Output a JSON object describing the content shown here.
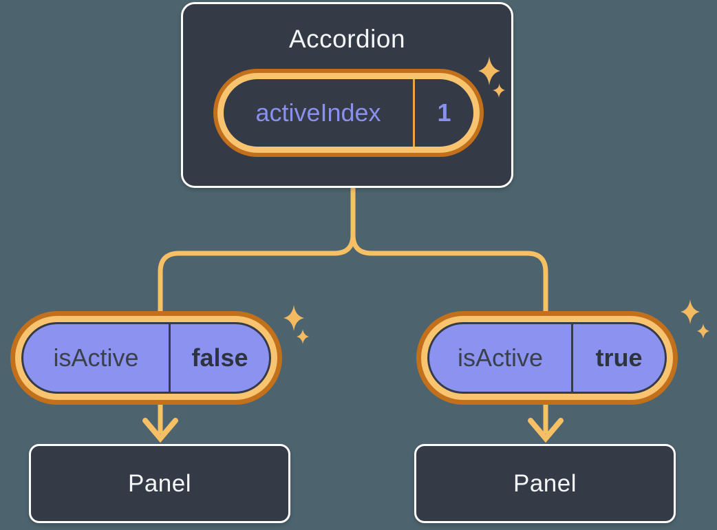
{
  "diagram": {
    "root": {
      "title": "Accordion",
      "state": {
        "name": "activeIndex",
        "value": "1"
      }
    },
    "children": [
      {
        "prop": {
          "name": "isActive",
          "value": "false"
        },
        "panel": {
          "title": "Panel"
        }
      },
      {
        "prop": {
          "name": "isActive",
          "value": "true"
        },
        "panel": {
          "title": "Panel"
        }
      }
    ]
  },
  "colors": {
    "background": "#4d636d",
    "box_fill": "#343a46",
    "box_border": "#ffffff",
    "connector_orange": "#f7c065",
    "ring_outline_orange": "#c2701c",
    "ring_band_orange": "#f8c46f",
    "pill_purple_fill": "#8b92f0",
    "purple_text": "#8a90ee",
    "dark_text": "#3a414d",
    "light_text": "#f5f6f8",
    "sparkle_orange": "#f3ba62",
    "state_divider_orange": "#e8a54a",
    "prop_divider_navy": "#353b48"
  }
}
